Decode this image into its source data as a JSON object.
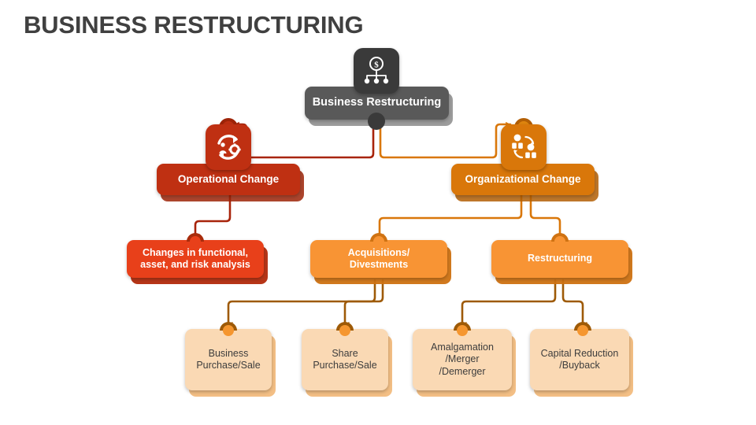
{
  "page": {
    "title": "BUSINESS RESTRUCTURING",
    "background": "#ffffff",
    "title_color": "#404040"
  },
  "palette": {
    "root_gray": "#595959",
    "operational_red": "#bf3012",
    "organizational_orange": "#d9770a",
    "level3_red": "#e8401a",
    "level3_orange": "#f89434",
    "level4_peach": "#fad9b4",
    "level4_peach_shadow": "#f3bf85",
    "wire_red": "#a8240b",
    "wire_orange": "#d9770a",
    "wire_brown": "#9e5a07",
    "wire_dark": "#3a3a3a"
  },
  "diagram": {
    "type": "hierarchy-tree",
    "root": {
      "id": "business-restructuring",
      "label": "Business Restructuring",
      "level": 1,
      "icon": "dollar-hierarchy-icon",
      "color": "#595959"
    },
    "nodes": [
      {
        "id": "operational-change",
        "label": "Operational Change",
        "level": 2,
        "parent": "business-restructuring",
        "icon": "cycle-person-gear-icon",
        "color": "#bf3012"
      },
      {
        "id": "organizational-change",
        "label": "Organizational Change",
        "level": 2,
        "parent": "business-restructuring",
        "icon": "org-groups-cycle-icon",
        "color": "#d9770a"
      },
      {
        "id": "changes-in-functional",
        "label": "Changes in functional, asset, and risk analysis",
        "lines": [
          "Changes in functional,",
          "asset, and risk analysis"
        ],
        "level": 3,
        "parent": "operational-change",
        "color": "#e8401a"
      },
      {
        "id": "acquisitions-divestments",
        "label": "Acquisitions/ Divestments",
        "lines": [
          "Acquisitions/",
          "Divestments"
        ],
        "level": 3,
        "parent": "organizational-change",
        "color": "#f89434"
      },
      {
        "id": "restructuring",
        "label": "Restructuring",
        "lines": [
          "Restructuring"
        ],
        "level": 3,
        "parent": "organizational-change",
        "color": "#f89434"
      },
      {
        "id": "business-purchase-sale",
        "label": "Business Purchase/Sale",
        "lines": [
          "Business",
          "Purchase/Sale"
        ],
        "level": 4,
        "parent": "acquisitions-divestments",
        "color": "#fad9b4"
      },
      {
        "id": "share-purchase-sale",
        "label": "Share Purchase/Sale",
        "lines": [
          "Share",
          "Purchase/Sale"
        ],
        "level": 4,
        "parent": "acquisitions-divestments",
        "color": "#fad9b4"
      },
      {
        "id": "amalgamation-merger-demerger",
        "label": "Amalgamation /Merger /Demerger",
        "lines": [
          "Amalgamation",
          "/Merger",
          "/Demerger"
        ],
        "level": 4,
        "parent": "restructuring",
        "color": "#fad9b4"
      },
      {
        "id": "capital-reduction-buyback",
        "label": "Capital Reduction /Buyback",
        "lines": [
          "Capital Reduction",
          "/Buyback"
        ],
        "level": 4,
        "parent": "restructuring",
        "color": "#fad9b4"
      }
    ]
  },
  "labels": {
    "root": "Business Restructuring",
    "operational": "Operational Change",
    "organizational": "Organizational Change",
    "changes_line1": "Changes in functional,",
    "changes_line2": "asset, and risk analysis",
    "acq_line1": "Acquisitions/",
    "acq_line2": "Divestments",
    "restr_line1": "Restructuring",
    "bps_line1": "Business",
    "bps_line2": "Purchase/Sale",
    "sps_line1": "Share",
    "sps_line2": "Purchase/Sale",
    "amal_line1": "Amalgamation",
    "amal_line2": "/Merger",
    "amal_line3": "/Demerger",
    "crb_line1": "Capital Reduction",
    "crb_line2": "/Buyback"
  }
}
